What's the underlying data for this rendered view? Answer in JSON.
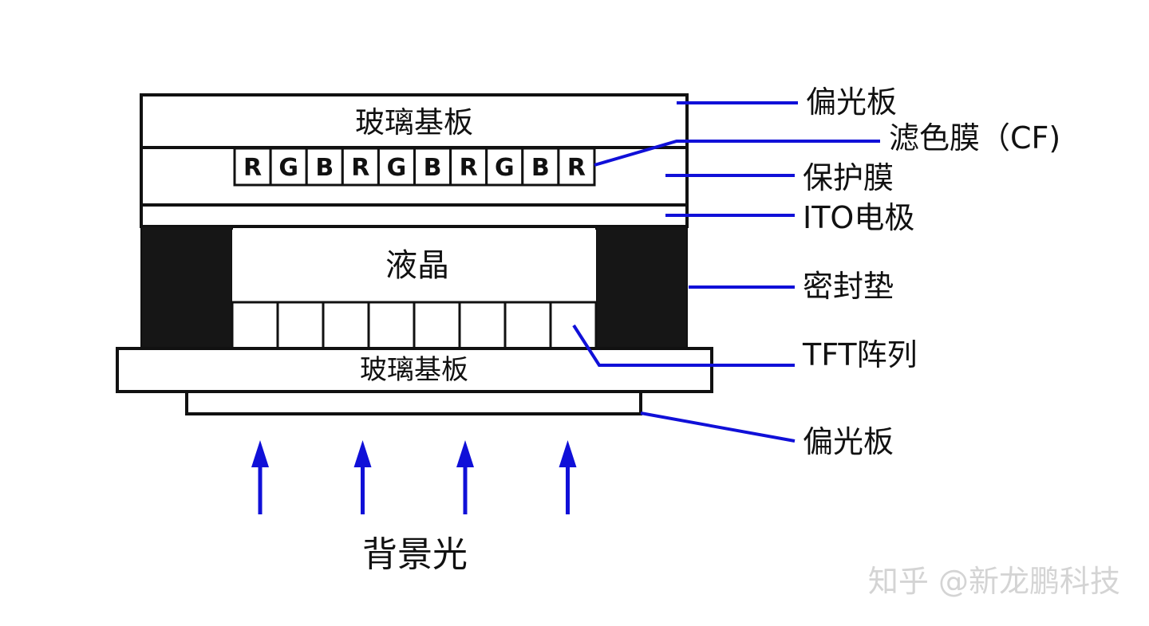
{
  "colors": {
    "stroke": "#111111",
    "fill_dark": "#161616",
    "leader": "#1010d8",
    "arrow": "#1010d8",
    "watermark": "#d4d4d4"
  },
  "layers": {
    "top_glass": "玻璃基板",
    "liquid_crystal": "液晶",
    "bottom_glass": "玻璃基板"
  },
  "color_filter_cells": [
    "R",
    "G",
    "B",
    "R",
    "G",
    "B",
    "R",
    "G",
    "B",
    "R"
  ],
  "tft_cell_count": 8,
  "labels": {
    "top_polarizer": "偏光板",
    "color_filter": "滤色膜（CF)",
    "protective_film": "保护膜",
    "ito_electrode": "ITO电极",
    "sealing_pad": "密封垫",
    "tft_array": "TFT阵列",
    "bottom_polarizer": "偏光板"
  },
  "backlight": {
    "label": "背景光",
    "arrow_count": 4
  },
  "watermark": "知乎 @新龙鹏科技"
}
